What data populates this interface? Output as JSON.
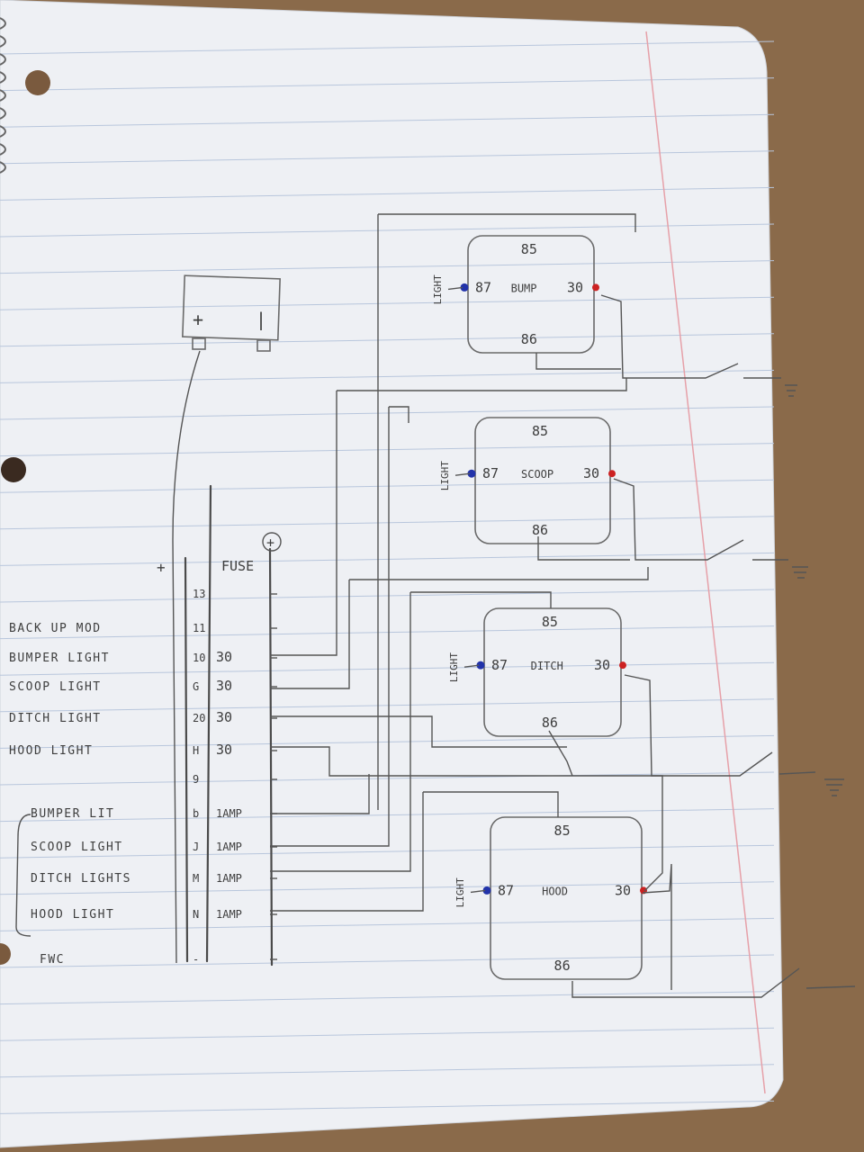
{
  "battery": {
    "plus": "+",
    "minus": "|"
  },
  "fuse_block": {
    "plus_label": "+",
    "fuse_label": "FUSE",
    "plus_circle": "+"
  },
  "rows": [
    {
      "name": "",
      "pin": "13",
      "fuse": ""
    },
    {
      "name": "BACK UP MOD",
      "pin": "11",
      "fuse": ""
    },
    {
      "name": "BUMPER LIGHT",
      "pin": "10",
      "fuse": "30"
    },
    {
      "name": "SCOOP LIGHT",
      "pin": "G",
      "fuse": "30"
    },
    {
      "name": "DITCH LIGHT",
      "pin": "20",
      "fuse": "30"
    },
    {
      "name": "HOOD LIGHT",
      "pin": "H",
      "fuse": "30"
    },
    {
      "name": "",
      "pin": "9",
      "fuse": ""
    },
    {
      "name": "BUMPER LIT",
      "pin": "b",
      "fuse": "1AMP"
    },
    {
      "name": "SCOOP LIGHT",
      "pin": "J",
      "fuse": "1AMP"
    },
    {
      "name": "DITCH LIGHTS",
      "pin": "M",
      "fuse": "1AMP"
    },
    {
      "name": "HOOD LIGHT",
      "pin": "N",
      "fuse": "1AMP"
    },
    {
      "name": "FWC",
      "pin": "-",
      "fuse": ""
    }
  ],
  "relays": [
    {
      "name": "BUMP",
      "p85": "85",
      "p86": "86",
      "p87": "87",
      "p30": "30",
      "light": "LIGHT"
    },
    {
      "name": "SCOOP",
      "p85": "85",
      "p86": "86",
      "p87": "87",
      "p30": "30",
      "light": "LIGHT"
    },
    {
      "name": "DITCH",
      "p85": "85",
      "p86": "86",
      "p87": "87",
      "p30": "30",
      "light": "LIGHT"
    },
    {
      "name": "HOOD",
      "p85": "85",
      "p86": "86",
      "p87": "87",
      "p30": "30",
      "light": "LIGHT"
    }
  ],
  "colors": {
    "paper": "#eef0f4",
    "rule_line": "#b8c6dc",
    "margin_line": "#e6a0a8",
    "pin87": "#2233aa",
    "pin30": "#cc2222",
    "pencil": "#4a4a4a"
  }
}
